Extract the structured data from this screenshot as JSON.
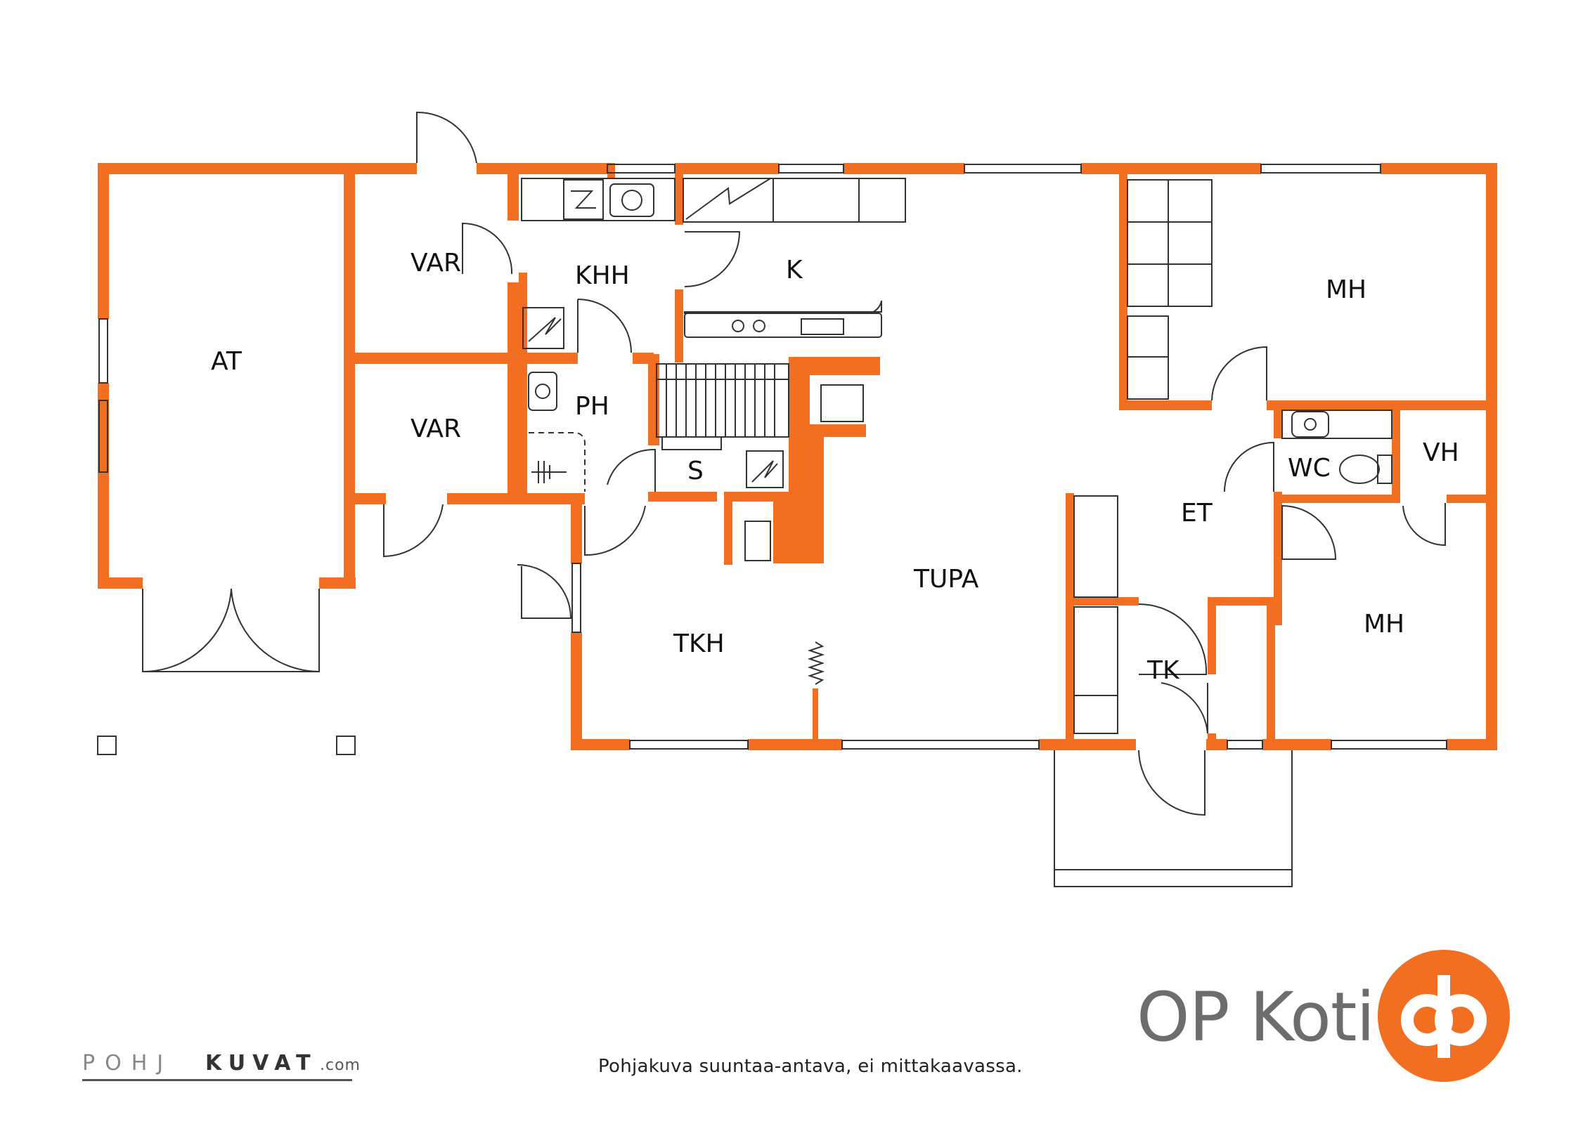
{
  "rooms": {
    "at": "AT",
    "var_top": "VAR",
    "var_bottom": "VAR",
    "khh": "KHH",
    "k": "K",
    "ph": "PH",
    "s": "S",
    "tkh": "TKH",
    "tupa": "TUPA",
    "mh_top": "MH",
    "wc": "WC",
    "vh": "VH",
    "et": "ET",
    "tk": "TK",
    "mh_bottom": "MH"
  },
  "footer": {
    "disclaimer": "Pohjakuva suuntaa-antava, ei mittakaavassa.",
    "brand": "OP Koti",
    "credit_part1": "POHJ",
    "credit_part2": "KUVAT",
    "credit_part3": ".com"
  },
  "colors": {
    "wall": "#f26f22",
    "line": "#333333",
    "brand_text": "#6d6d6d",
    "logo": "#f26f22"
  }
}
